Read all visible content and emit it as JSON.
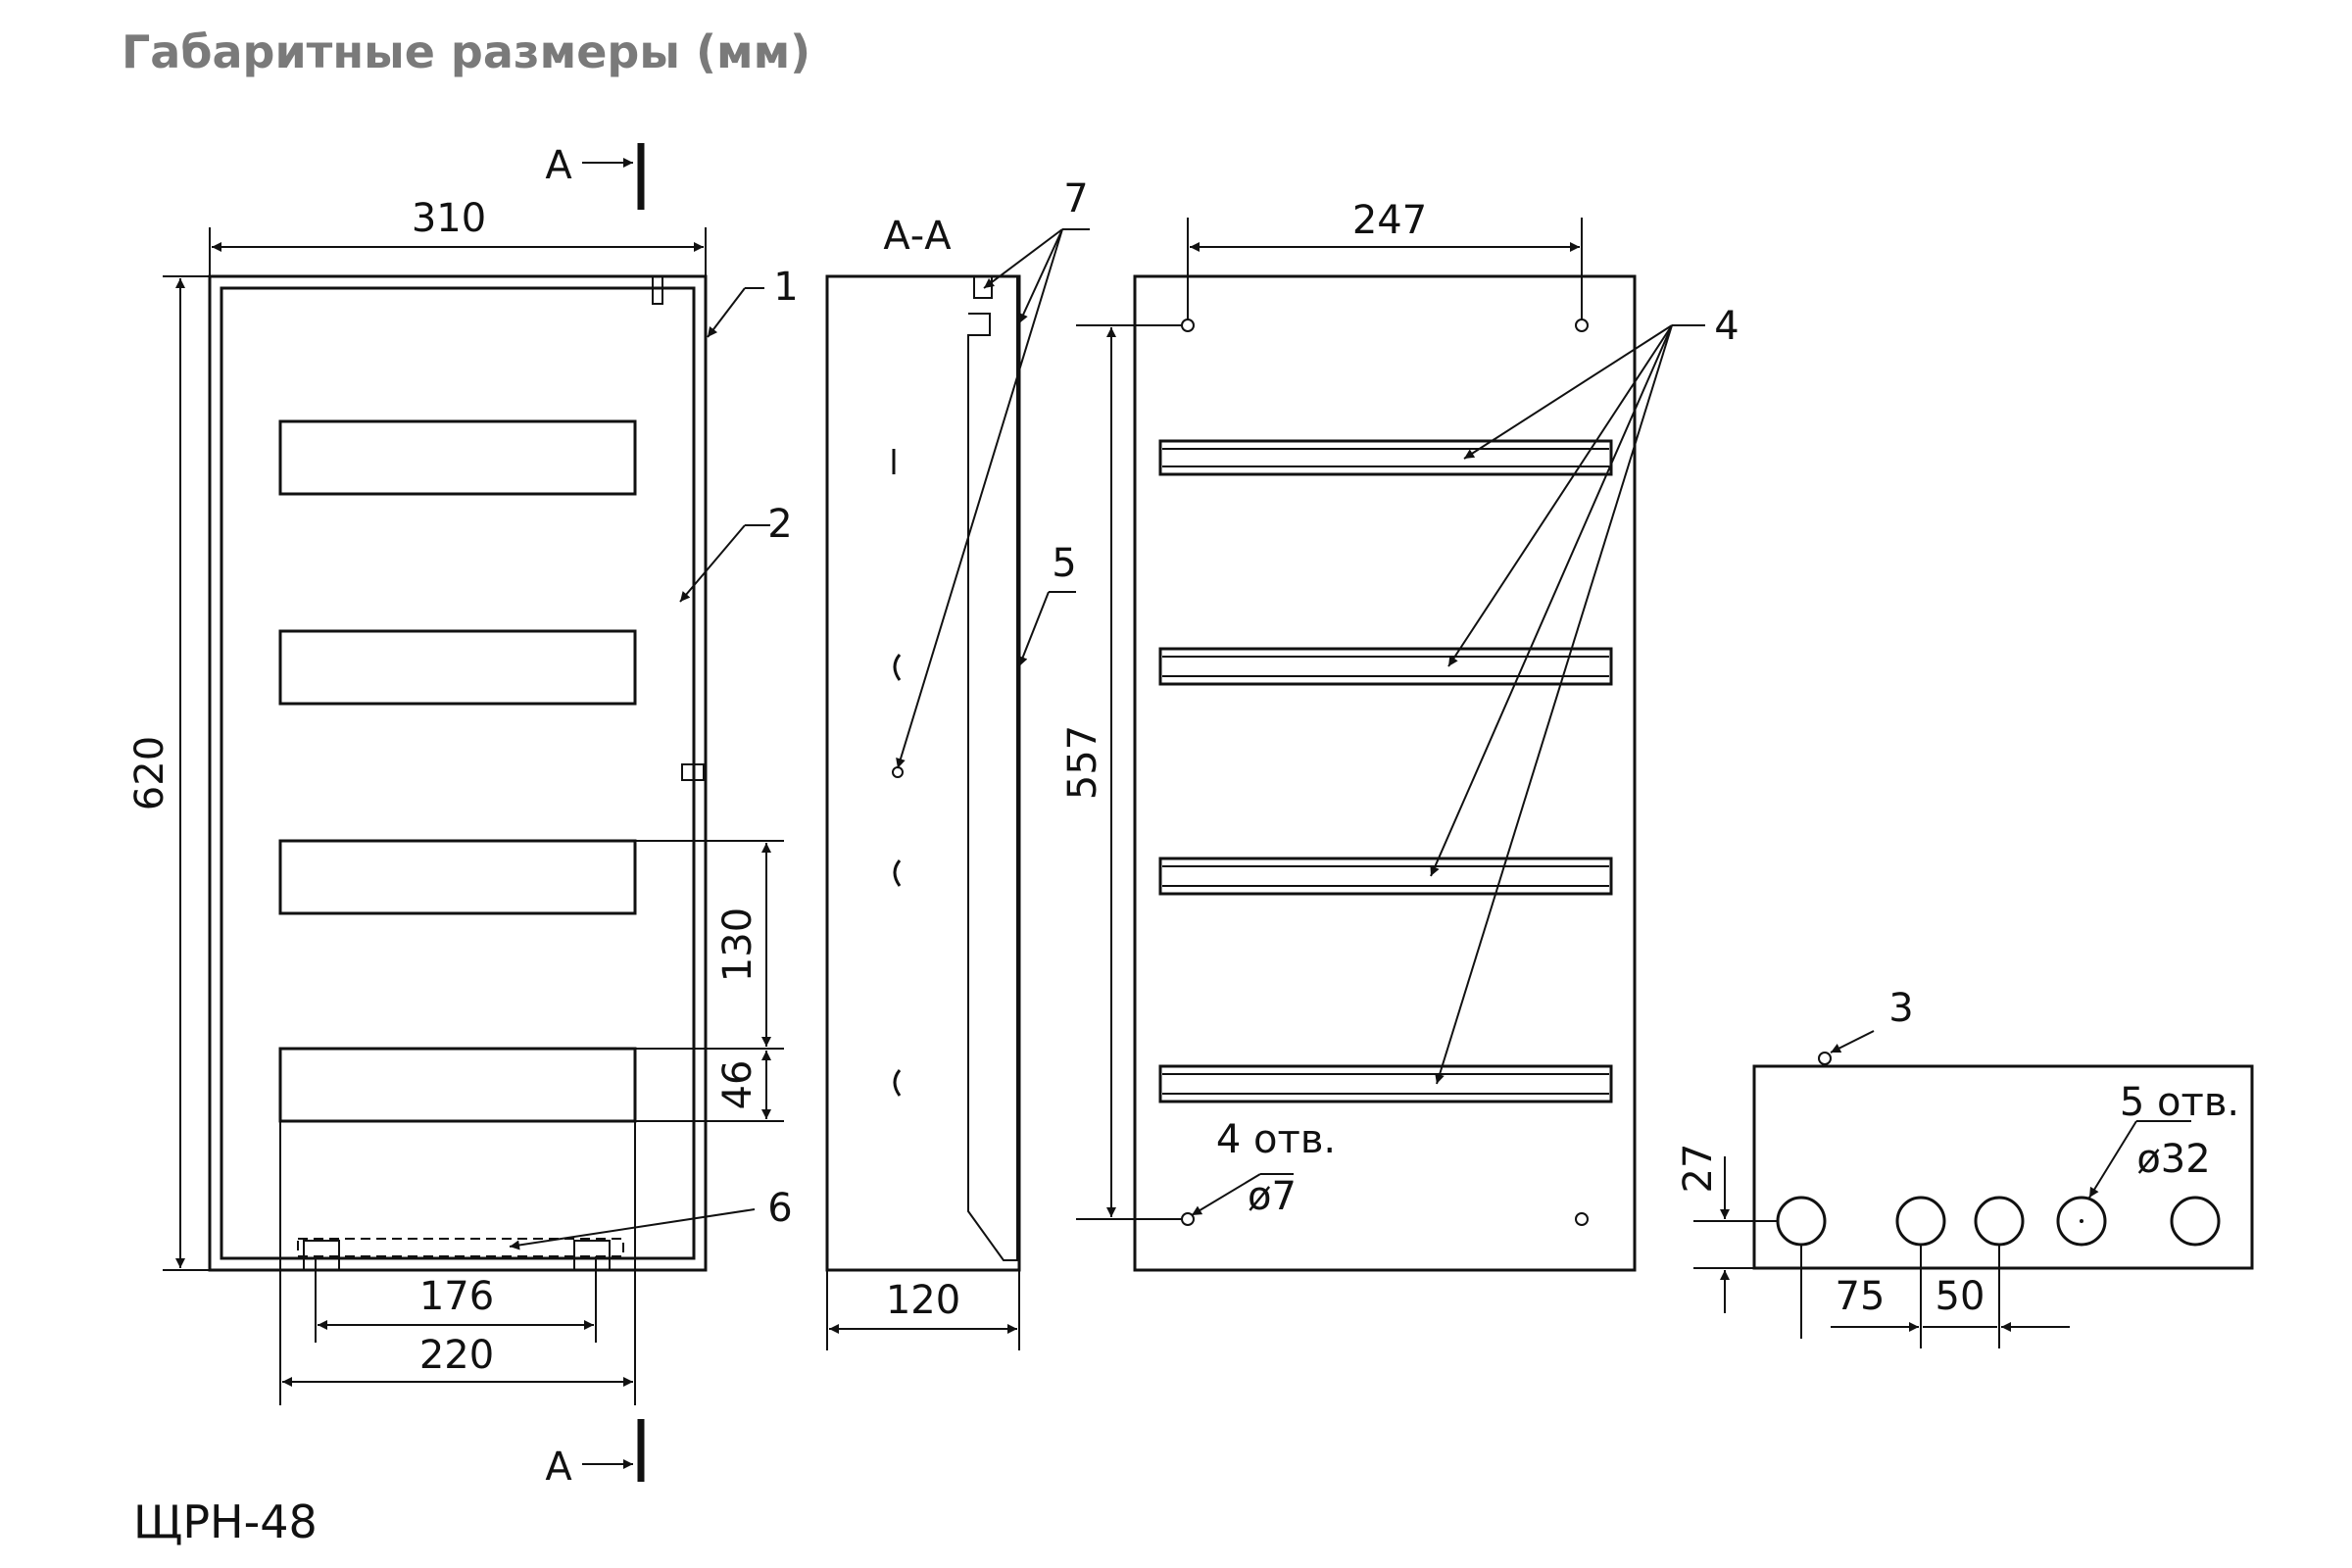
{
  "header": {
    "title": "Габаритные размеры (мм)"
  },
  "footer": {
    "model": "ЩРН-48"
  },
  "section": {
    "marker": "А",
    "label": "А-А"
  },
  "dimensions": {
    "width": "310",
    "height": "620",
    "module_pitch": "130",
    "module_height": "46",
    "gland_inner": "176",
    "gland_outer": "220",
    "depth": "120",
    "mount_width": "247",
    "mount_height": "557",
    "knockout_offset": "27",
    "knockout_first": "75",
    "knockout_pitch": "50"
  },
  "annotations": {
    "mount_holes_count": "4 отв.",
    "mount_holes_dia": "ø7",
    "knockouts_count": "5 отв.",
    "knockouts_dia": "ø32"
  },
  "callouts": {
    "c1": "1",
    "c2": "2",
    "c3": "3",
    "c4": "4",
    "c5": "5",
    "c6": "6",
    "c7": "7"
  }
}
